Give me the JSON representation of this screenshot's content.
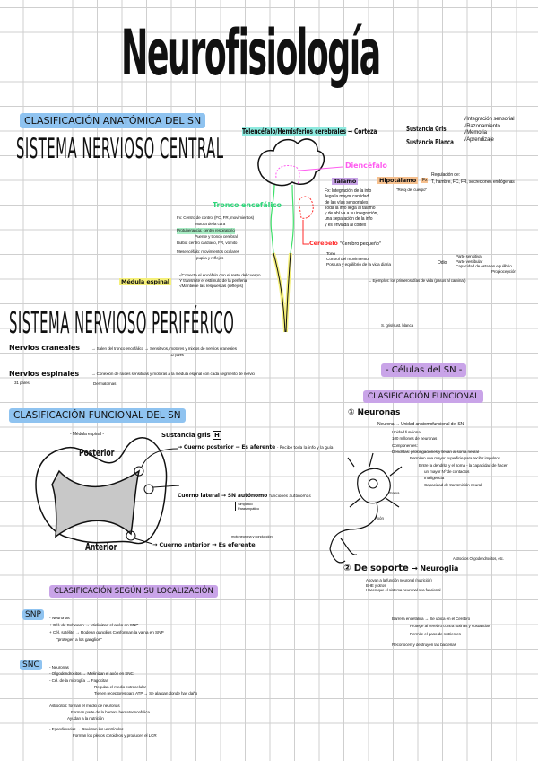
{
  "title": "Neurofisiología",
  "anatomica": {
    "heading": "CLASIFICACIÓN ANATÓMICA DEL SN",
    "snc_title": "SISTEMA NERVIOSO CENTRAL",
    "telencefalo": "Telencéfalo/Hemisferios cerebrales",
    "corteza": "→ Corteza",
    "sustancia_gris": "Sustancia Gris",
    "sustancia_blanca": "Sustancia Blanca",
    "funciones": [
      "√Integración sensorial",
      "√Razonamiento",
      "√Memoria",
      "√Aprendizaje"
    ],
    "diencefalo": "Diencéfalo",
    "talamo": "Tálamo",
    "talamo_notes": [
      "Fx: Integración de la info",
      "llega la mayor cantidad",
      "de las vías sensoriales",
      "Toda la info llega al tálamo",
      "y de ahí va a su integración,",
      "una separación de la info",
      "y es enviada al córtex"
    ],
    "hipotalamo": "Hipotálamo",
    "hipotalamo_fx": "Fx",
    "hipotalamo_note": "\"Reloj del cuerpo\"",
    "hipotalamo_regula": "Regulación de:",
    "hipotalamo_list": "T, hambre, FC, FR, secreciones endógenas",
    "tronco": "Tronco encefálico",
    "tronco_notes": [
      "Fx: Centro de control (FC, FR, movimientos)",
      "Motora de la cara",
      "Protuberancia: centro respiratorio",
      "Puente y tronco cerebral",
      "Bulbo: centro cardíaco, FR, vómito",
      "Mesencéfalo: movimientos oculares",
      "pupila y reflejos"
    ],
    "cerebelo": "Cerebelo",
    "cerebelo_note": "\"Cerebro pequeño\"",
    "cerebelo_list": [
      "Tono",
      "Control del movimiento",
      "Postura y equilibrio de la vida diaria"
    ],
    "cerebelo_extra": "→ Ejemplos: los primeros días de vida (pasos al caminar)",
    "odio": "Odio",
    "odio_notes": [
      "Parte sensitiva",
      "Parte vestibular",
      "Capacidad de estar en equilibrio",
      "Propiocepción"
    ],
    "medula": "Médula espinal",
    "medula_notes": [
      "√Conecta el encéfalo con el resto del cuerpo",
      "Y transmite el estímulo de la periferia",
      "√Mantiene las respuestas (reflejos)"
    ],
    "sust_note": "S. gris/sust. blanca"
  },
  "periferico": {
    "title": "SISTEMA NERVIOSO PERIFÉRICO",
    "craneales": "Nervios craneales",
    "craneales_note": "→ Salen del tronco encefálico → Sensitivos, motores y mixtos de nervios craneales",
    "craneales_sub": "12 pares",
    "espinales": "Nervios espinales",
    "espinales_sub": "31 pares",
    "espinales_note": "→ Conexión de raíces sensitivas y motoras a la médula espinal con cada segmento de nervio",
    "espinales_note2": "Dermatomas"
  },
  "funcional": {
    "heading": "CLASIFICACIÓN FUNCIONAL DEL SN",
    "medula_label": "- Médula espinal -",
    "sustancia_gris": "Sustancia gris",
    "h_label": "H",
    "posterior": "Posterior",
    "anterior": "Anterior",
    "asta_posterior": "→ Cuerno posterior → Es aferente",
    "asta_posterior_note": "· Recibe toda la info y la guía",
    "asta_lateral": "Cuerno lateral → SN autónomo",
    "asta_lateral_note": "funciones autónomas",
    "asta_lateral_list": [
      "Simpático",
      "Parasimpático"
    ],
    "asta_anterior": "→ Cuerno anterior → Es eferente",
    "asta_anterior_note": "motoneurona y conducción"
  },
  "celulas": {
    "heading": "- Células del SN -",
    "sub": "CLASIFICACIÓN FUNCIONAL",
    "neuronas": "① Neuronas",
    "neurona_def": "Neurona → Unidad anatomofuncional del SN",
    "neurona_list": [
      "Unidad funcional",
      "100 millones de neuronas",
      "Componentes:",
      "Dendritas: prolongaciones y llevan al soma neural",
      "Permiten una mayor superficie para recibir impulsos",
      "Entre la dendrita y el soma - la capacidad de hacer:",
      "un mayor Nº de contactos",
      "Inteligencia",
      "Capacidad de transmisión neural"
    ],
    "soma_label": "Soma",
    "axon_label": "Axón",
    "soporte": "② De soporte",
    "neuroglia": "→ Neuroglia",
    "soporte_notes": [
      "Astrocitos  Oligodendrocitos, etc.",
      "Apoyan a la función neuronal (nutrición)",
      "BHE y otros",
      "Hacen que el sistema neuronal sea funcional"
    ]
  },
  "localizacion": {
    "heading": "CLASIFICACIÓN SEGÚN SU LOCALIZACIÓN",
    "snp": "SNP",
    "snp_notes": [
      "- Neuronas",
      "+ Cél. de Schwann → Mielinizan el axón en SNP",
      "+ Cél. satélite → Rodean ganglios  Conforman la vaina en SNP",
      "\"protegen a los ganglios\""
    ],
    "snc": "SNC",
    "snc_notes": [
      "- Neuronas",
      "- Oligodendrocitos → Mielinizan el axón en SNC",
      "- Cél. de la microglía → Fagocitan",
      "Regulan el medio extracelular",
      "Tienen receptores para ATP → Se alargan donde hay daño",
      "Astrocitos: forman el medio de neuronas",
      "Forman parte de la barrera hematoencefálica",
      "Ayudan a la nutrición",
      "- Ependimarias → Revisten los ventrículos",
      "Forman los plexos coroideos y producen el LCR"
    ]
  },
  "extra_notes": [
    "Barrera encefálica → Se ubica en el Cerebro",
    "Protege al cerebro contra toxinas y sustancias",
    "Permite el paso de nutrientes",
    "Reconocen y destruyen las bacterias"
  ],
  "colors": {
    "blue": "#8fc3f0",
    "purple": "#c9a4e8",
    "green": "#a8ecc4",
    "yellow": "#f5f07a",
    "orange": "#f6c08e",
    "pink": "#ff5cf0",
    "red": "#ff2a2a",
    "greenline": "#3ee06a"
  }
}
